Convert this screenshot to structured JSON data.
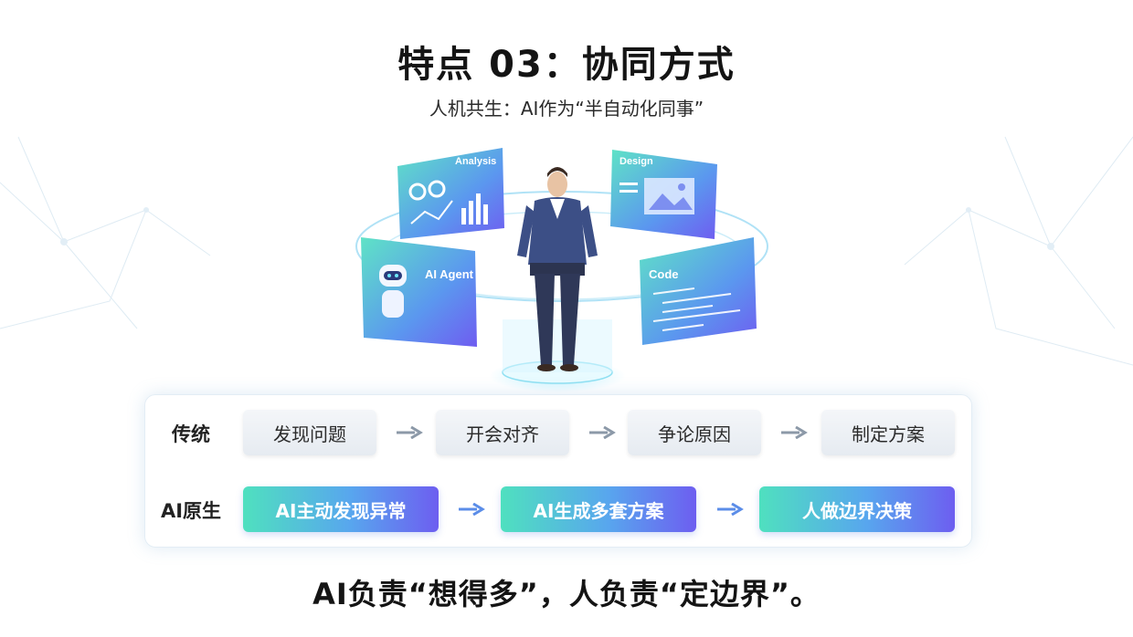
{
  "title": "特点 03：协同方式",
  "subtitle": "人机共生：AI作为“半自动化同事”",
  "hero": {
    "cards": [
      {
        "label": "Analysis",
        "icon": "analysis-chart-icon"
      },
      {
        "label": "Design",
        "icon": "design-image-icon"
      },
      {
        "label": "AI Agent",
        "icon": "robot-icon"
      },
      {
        "label": "Code",
        "icon": "code-lines-icon"
      }
    ],
    "person_icon": "businessman-icon"
  },
  "comparison": {
    "traditional": {
      "label": "传统",
      "steps": [
        "发现问题",
        "开会对齐",
        "争论原因",
        "制定方案"
      ]
    },
    "ai_native": {
      "label": "AI原生",
      "steps": [
        "AI主动发现异常",
        "AI生成多套方案",
        "人做边界决策"
      ]
    }
  },
  "footer": "AI负责“想得多”，人负责“定边界”。",
  "colors": {
    "accent_teal": "#4fe0bf",
    "accent_blue": "#58a6ee",
    "accent_purple": "#6d5ef0",
    "arrow_blue": "#5b8de8",
    "arrow_gray": "#8c99a8"
  }
}
